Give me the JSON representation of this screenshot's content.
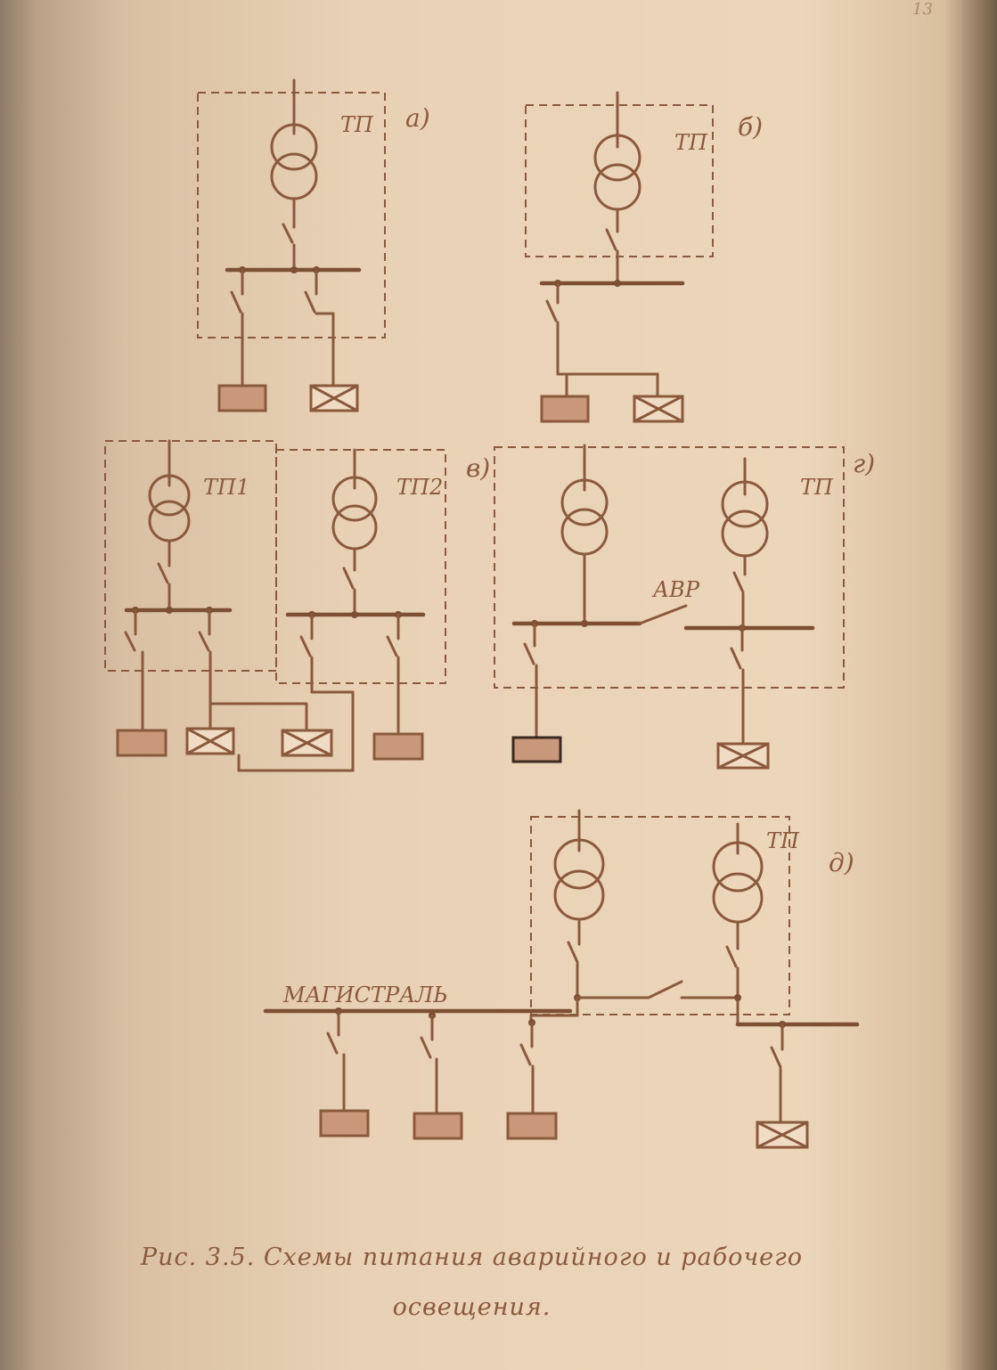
{
  "page_number": "13",
  "labels": {
    "tp": "ТП",
    "tp1": "ТП1",
    "tp2": "ТП2",
    "avr": "АВР",
    "magistral": "МАГИСТРАЛЬ"
  },
  "schemes": [
    {
      "id": "a",
      "letter": "а)"
    },
    {
      "id": "b",
      "letter": "б)"
    },
    {
      "id": "v",
      "letter": "в)"
    },
    {
      "id": "g",
      "letter": "г)"
    },
    {
      "id": "d",
      "letter": "д)"
    }
  ],
  "caption": {
    "line1": "Рис. 3.5.  Схемы питания аварийного и рабочего",
    "line2": "освещения."
  },
  "colors": {
    "ink": "#8b5a3c",
    "paper": "#e9d2b6",
    "lamp_fill": "#c9977a"
  }
}
